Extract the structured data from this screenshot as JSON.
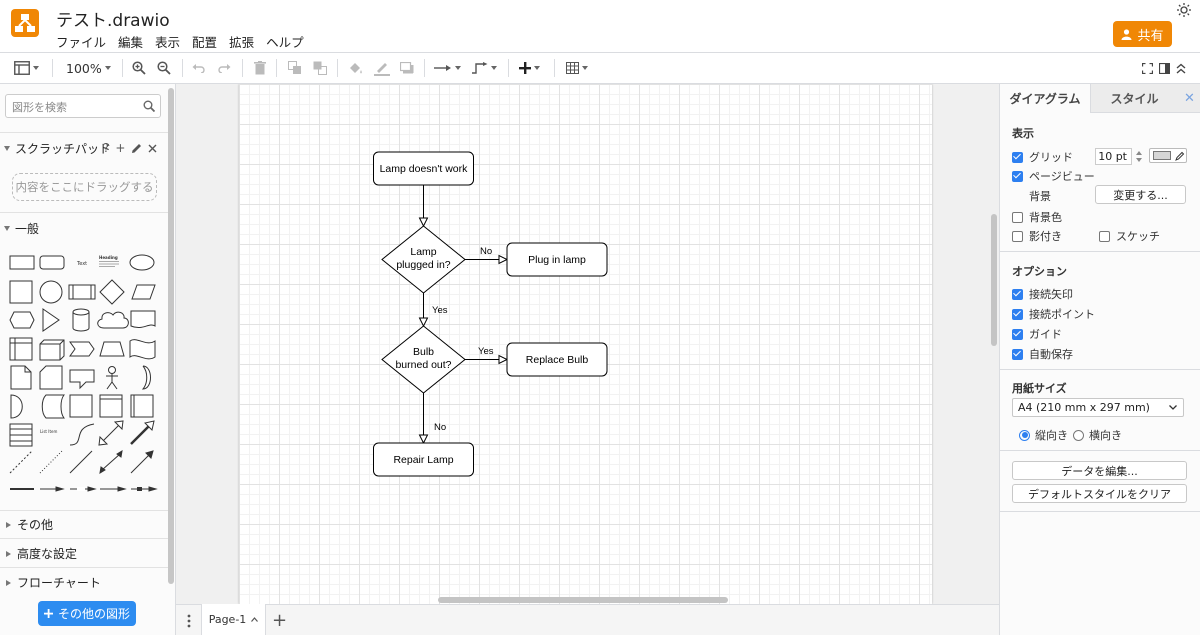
{
  "app": {
    "file_title": "テスト.drawio",
    "menu": [
      "ファイル",
      "編集",
      "表示",
      "配置",
      "拡張",
      "ヘルプ"
    ],
    "share_label": "共有",
    "brand_color": "#f08705"
  },
  "toolbar": {
    "zoom": "100%",
    "icons": [
      "view-format-icon",
      "zoom-in-icon",
      "zoom-out-icon",
      "undo-icon",
      "redo-icon",
      "delete-icon",
      "to-front-icon",
      "to-back-icon",
      "fill-color-icon",
      "line-color-icon",
      "shadow-icon",
      "connection-icon",
      "waypoints-icon",
      "insert-icon",
      "table-icon",
      "fullscreen-icon",
      "format-panel-icon",
      "collapse-icon"
    ]
  },
  "sidebar": {
    "search_placeholder": "図形を検索",
    "scratchpad": {
      "title": "スクラッチパッド",
      "help": "?",
      "add": "+",
      "drop_hint": "内容をここにドラッグする"
    },
    "general_title": "一般",
    "shape_text_label": "Text",
    "shape_heading_label": "Heading",
    "shape_listitem_label": "List Item",
    "collapsed_sections": [
      "その他",
      "高度な設定",
      "フローチャート"
    ],
    "more_shapes_label": "その他の図形"
  },
  "diagram": {
    "nodes": {
      "start": "Lamp doesn't work",
      "plugged_line1": "Lamp",
      "plugged_line2": "plugged in?",
      "plug_in": "Plug in lamp",
      "bulb_line1": "Bulb",
      "bulb_line2": "burned out?",
      "replace": "Replace Bulb",
      "repair": "Repair Lamp"
    },
    "edge_labels": {
      "plugged_no": "No",
      "plugged_yes": "Yes",
      "bulb_yes": "Yes",
      "bulb_no": "No"
    }
  },
  "footer": {
    "page_tab": "Page-1",
    "add_page": "+"
  },
  "format_panel": {
    "tabs": [
      "ダイアグラム",
      "スタイル"
    ],
    "close": "✕",
    "view_title": "表示",
    "grid_label": "グリッド",
    "grid_checked": true,
    "grid_size": "10 pt",
    "page_view_label": "ページビュー",
    "page_view_checked": true,
    "background_label": "背景",
    "change_button": "変更する...",
    "bg_color_label": "背景色",
    "bg_color_checked": false,
    "shadow_label": "影付き",
    "shadow_checked": false,
    "sketch_label": "スケッチ",
    "sketch_checked": false,
    "options_title": "オプション",
    "options": [
      {
        "label": "接続矢印",
        "checked": true
      },
      {
        "label": "接続ポイント",
        "checked": true
      },
      {
        "label": "ガイド",
        "checked": true
      },
      {
        "label": "自動保存",
        "checked": true
      }
    ],
    "paper_title": "用紙サイズ",
    "paper_size": "A4 (210 mm x 297 mm)",
    "orientation": [
      {
        "label": "縦向き",
        "selected": true
      },
      {
        "label": "横向き",
        "selected": false
      }
    ],
    "edit_data_button": "データを編集...",
    "clear_style_button": "デフォルトスタイルをクリア",
    "accent_color": "#2d7ff0"
  }
}
